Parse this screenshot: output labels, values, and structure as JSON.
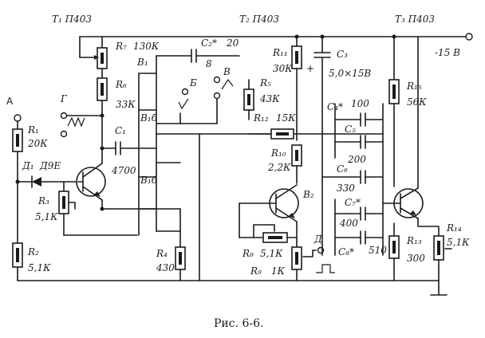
{
  "transistors": [
    {
      "ref": "T1",
      "type": "П403",
      "text": "T₁ П403"
    },
    {
      "ref": "T2",
      "type": "П403",
      "text": "T₂ П403"
    },
    {
      "ref": "T3",
      "type": "П403",
      "text": "T₃ П403"
    }
  ],
  "supply": "-15 В",
  "resistors": {
    "r1": {
      "ref": "R₁",
      "value": "20К"
    },
    "r2": {
      "ref": "R₂",
      "value": "5,1К"
    },
    "r3": {
      "ref": "R₃",
      "value": "5,1К"
    },
    "r4": {
      "ref": "R₄",
      "value": "430"
    },
    "r5": {
      "ref": "R₅",
      "value": "43К"
    },
    "r6": {
      "ref": "R₆",
      "value": "33К"
    },
    "r7": {
      "ref": "R₇",
      "value": "130К"
    },
    "r8": {
      "ref": "R₈",
      "value": "5,1К"
    },
    "r9": {
      "ref": "R₉",
      "value": "1К"
    },
    "r10": {
      "ref": "R₁₀",
      "value": "2,2К"
    },
    "r11": {
      "ref": "R₁₁",
      "value": "30К"
    },
    "r12": {
      "ref": "R₁₂",
      "value": "15К"
    },
    "r13": {
      "ref": "R₁₃",
      "value": "300"
    },
    "r14": {
      "ref": "R₁₄",
      "value": "5,1К"
    },
    "r15": {
      "ref": "R₁₅",
      "value": "56К"
    }
  },
  "capacitors": {
    "c1": {
      "ref": "C₁",
      "value": "4700"
    },
    "c2": {
      "ref": "C₂*",
      "value": "20"
    },
    "c3": {
      "ref": "C₃",
      "value": "5,0×15В"
    },
    "c4": {
      "ref": "C₄*",
      "value": "100"
    },
    "c5": {
      "ref": "C₅",
      "value": "200"
    },
    "c6": {
      "ref": "C₆",
      "value": "330"
    },
    "c7": {
      "ref": "C₇*",
      "value": "400"
    },
    "c8": {
      "ref": "C₈*",
      "value": "510"
    }
  },
  "diode": {
    "ref": "Д₁",
    "type": "Д9Е"
  },
  "switches": {
    "b1": "B₁",
    "b1b_top": "B₁б",
    "b1b_bot": "B₁б",
    "b2": "B₂",
    "b_contact": "8"
  },
  "terminals": {
    "a": "A",
    "g": "Г",
    "b": "Б",
    "v": "В",
    "d": "Д"
  },
  "caption": "Рис. 6-6."
}
